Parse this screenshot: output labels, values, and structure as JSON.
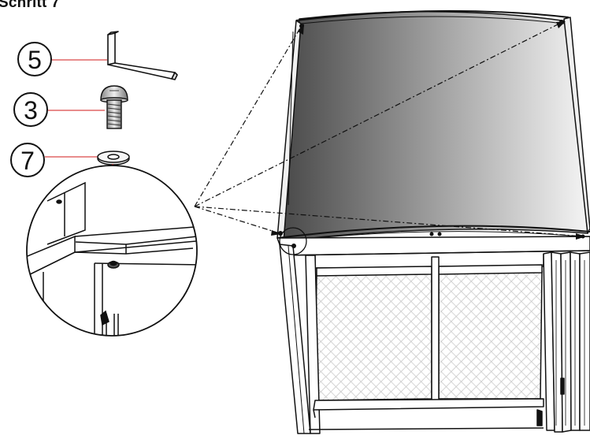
{
  "step_title": "Schritt 7",
  "parts": [
    {
      "number": "5",
      "name": "hex-key"
    },
    {
      "number": "3",
      "name": "button-head-screw"
    },
    {
      "number": "7",
      "name": "washer"
    }
  ],
  "colors": {
    "leader": "#d01818",
    "line": "#111111",
    "roof_dark": "#4a4a4a",
    "roof_light": "#f2f2f2"
  }
}
